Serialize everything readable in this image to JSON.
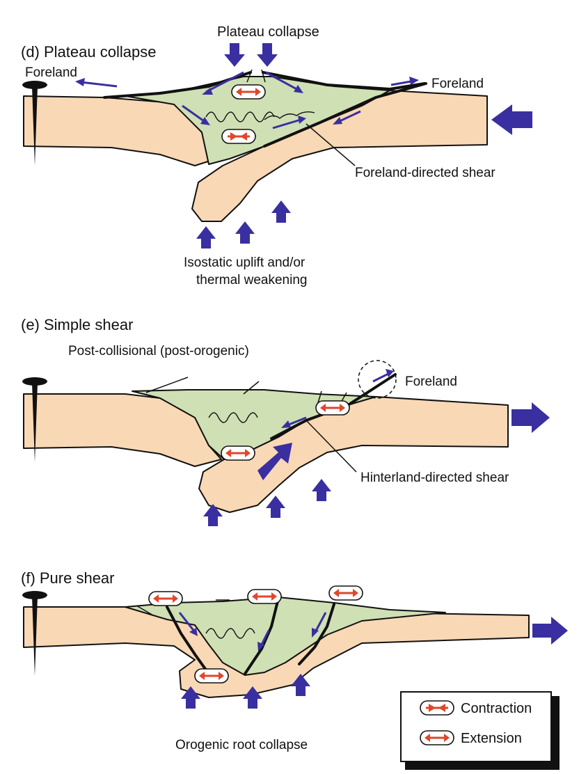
{
  "panels": {
    "d": {
      "title": "(d) Plateau collapse",
      "top_label": "Plateau collapse",
      "foreland_left": "Foreland",
      "foreland_right": "Foreland",
      "shear_label": "Foreland-directed shear",
      "bottom_label_line1": "Isostatic uplift and/or",
      "bottom_label_line2": "thermal weakening"
    },
    "e": {
      "title": "(e) Simple shear",
      "subtitle": "Post-collisional (post-orogenic)",
      "foreland": "Foreland",
      "shear_label": "Hinterland-directed shear"
    },
    "f": {
      "title": "(f) Pure shear",
      "bottom_label": "Orogenic root collapse"
    }
  },
  "legend": {
    "contraction": "Contraction",
    "extension": "Extension"
  },
  "colors": {
    "crust": "#f9d8b5",
    "basin": "#cfe0b4",
    "arrow": "#3a2fa0",
    "symbol": "#e0472b"
  }
}
